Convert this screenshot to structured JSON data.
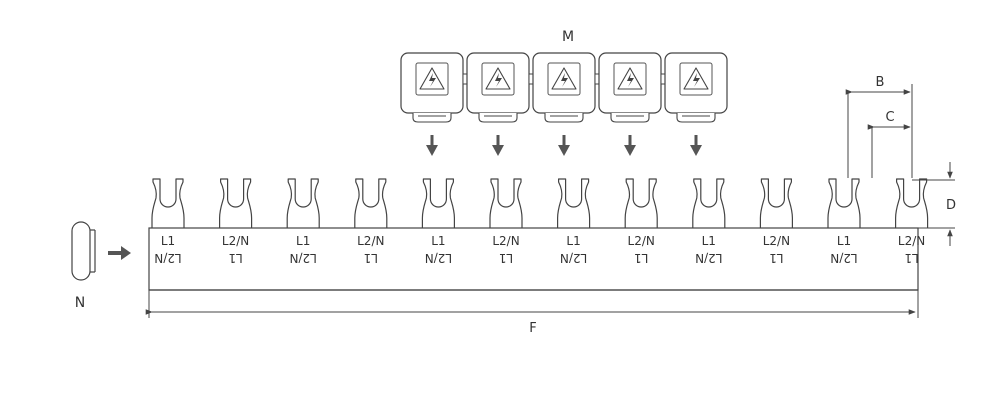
{
  "labels": {
    "M": "M",
    "N": "N",
    "B": "B",
    "C": "C",
    "D": "D",
    "F": "F"
  },
  "terminals": [
    {
      "top": "L1",
      "bottom": "L2/N"
    },
    {
      "top": "L2/N",
      "bottom": "L1"
    },
    {
      "top": "L1",
      "bottom": "L2/N"
    },
    {
      "top": "L2/N",
      "bottom": "L1"
    },
    {
      "top": "L1",
      "bottom": "L2/N"
    },
    {
      "top": "L2/N",
      "bottom": "L1"
    },
    {
      "top": "L1",
      "bottom": "L2/N"
    },
    {
      "top": "L2/N",
      "bottom": "L1"
    },
    {
      "top": "L1",
      "bottom": "L2/N"
    },
    {
      "top": "L2/N",
      "bottom": "L1"
    },
    {
      "top": "L1",
      "bottom": "L2/N"
    },
    {
      "top": "L2/N",
      "bottom": "L1"
    }
  ],
  "protection_caps": {
    "count": 5,
    "icon": "high-voltage-warning-icon"
  },
  "colors": {
    "stroke": "#444444",
    "arrow": "#555555"
  }
}
